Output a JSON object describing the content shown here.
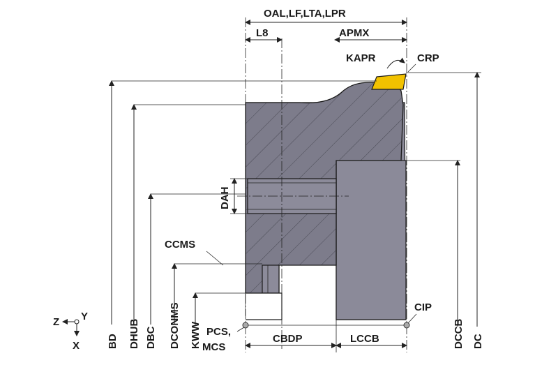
{
  "labels": {
    "oal": "OAL,LF,LTA,LPR",
    "l8": "L8",
    "apmx": "APMX",
    "kapr": "KAPR",
    "crp": "CRP",
    "dah": "DAH",
    "ccms": "CCMS",
    "cip": "CIP",
    "pcs": "PCS,",
    "mcs": "MCS",
    "cbdp": "CBDP",
    "lccb": "LCCB",
    "bd": "BD",
    "dhub": "DHUB",
    "dbc": "DBC",
    "dconms": "DCONMS",
    "kww": "KWW",
    "dccb": "DCCB",
    "dc": "DC",
    "axis_z": "Z",
    "axis_y": "Y",
    "axis_x": "X"
  },
  "colors": {
    "body_fill": "#8c8b9a",
    "section_fill": "#7a7988",
    "insert_fill": "#f2c200",
    "outline": "#1a1a1a"
  }
}
